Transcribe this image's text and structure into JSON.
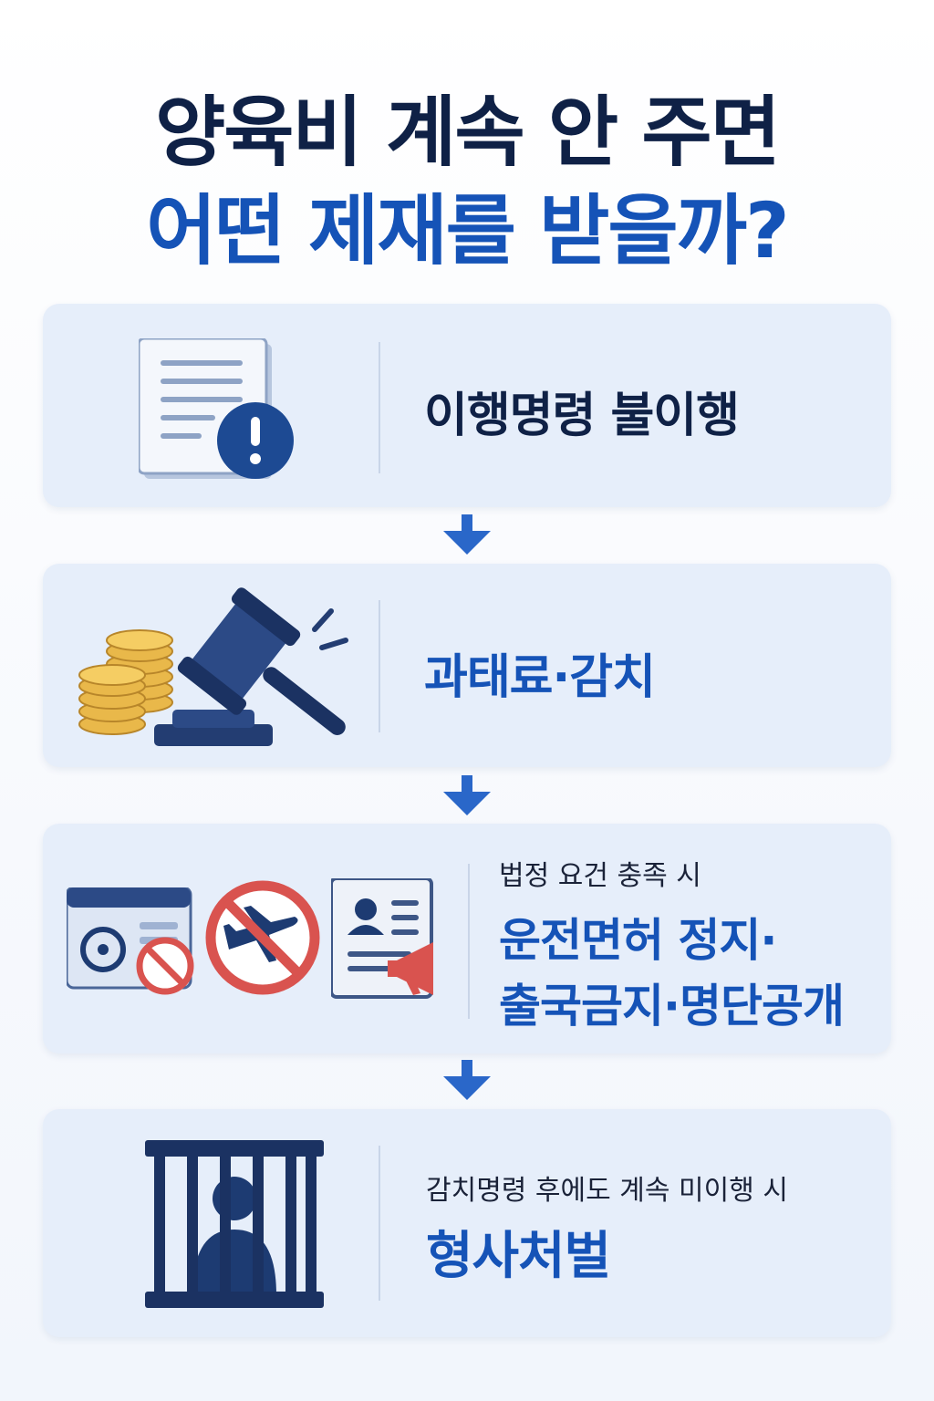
{
  "title": {
    "line1": "양육비 계속 안 주면",
    "line2": "어떤 제재를 받을까?"
  },
  "steps": [
    {
      "main": "이행명령 불이행"
    },
    {
      "main": "과태료·감치"
    },
    {
      "condition": "법정 요건 충족 시",
      "main_line1": "운전면허 정지·",
      "main_line2": "출국금지·명단공개"
    },
    {
      "condition": "감치명령 후에도 계속 미이행 시",
      "main": "형사처벌"
    }
  ],
  "icons": {
    "step1": "document-warning-icon",
    "step2a": "coins-icon",
    "step2b": "gavel-icon",
    "step3a": "license-suspended-icon",
    "step3b": "no-flight-icon",
    "step3c": "public-notice-icon",
    "step4": "prison-icon"
  },
  "colors": {
    "navy": "#0f2146",
    "blue": "#1553b7",
    "card": "#e6eefa",
    "red": "#d9534f",
    "gold": "#e9b84a"
  }
}
